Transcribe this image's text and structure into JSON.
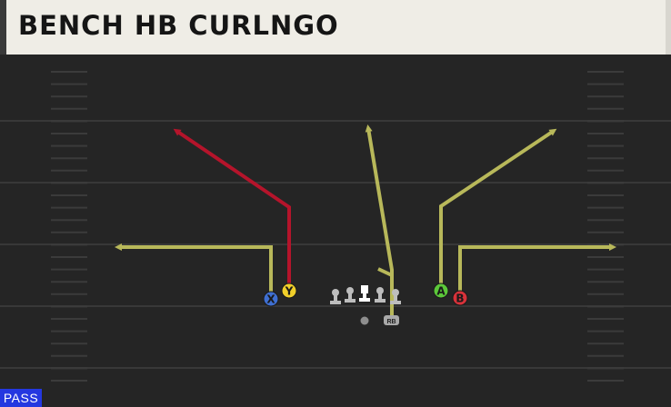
{
  "header": {
    "title": "BENCH HB CURLNGO"
  },
  "badge": {
    "label": "PASS"
  },
  "receivers": [
    {
      "button": "X",
      "color": "#3f6fd1",
      "route_color": "#b8b85a"
    },
    {
      "button": "Y",
      "color": "#f0cf2a",
      "route_color": "#b5142b"
    },
    {
      "button": "A",
      "color": "#5cc83a",
      "route_color": "#b8b85a"
    },
    {
      "button": "B",
      "color": "#d8323a",
      "route_color": "#b8b85a"
    }
  ],
  "backfield": {
    "rb_label": "RB",
    "rb_route_color": "#b8b85a"
  },
  "colors": {
    "field": "#252525",
    "yard_line": "#3a3a3a",
    "hash": "#3a3a3a",
    "title_bg": "#efede6"
  }
}
